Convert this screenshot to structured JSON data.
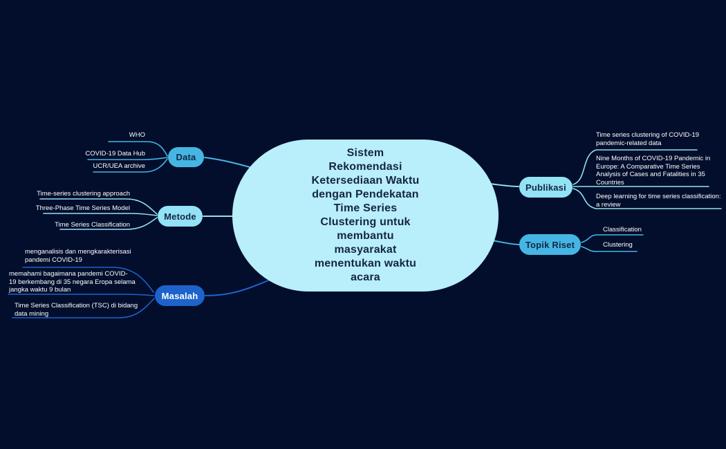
{
  "colors": {
    "background": "#020e2c",
    "sky": "#45b6e4",
    "light_cyan": "#93e2f5",
    "royal": "#1e63cb",
    "central_fill": "#b9eefb",
    "dark_text": "#132642",
    "white_text": "#ffffff"
  },
  "central": {
    "title": "Sistem\nRekomendasi\nKetersediaan Waktu\ndengan Pendekatan\nTime Series\nClustering untuk\nmembantu\nmasyarakat\nmenentukan waktu\nacara"
  },
  "branches": [
    {
      "label": "Data",
      "children": [
        "WHO",
        "COVID-19 Data Hub",
        "UCR/UEA archive"
      ]
    },
    {
      "label": "Metode",
      "children": [
        "Time-series clustering approach",
        "Three-Phase Time Series Model",
        "Time Series Classification"
      ]
    },
    {
      "label": "Masalah",
      "children": [
        "menganalisis dan mengkarakterisasi\npandemi COVID-19",
        "memahami bagaimana pandemi COVID-\n19 berkembang di 35 negara Eropa selama\njangka waktu 9 bulan",
        "Time Series Classification (TSC) di bidang\ndata mining"
      ]
    },
    {
      "label": "Publikasi",
      "children": [
        "Time series clustering of COVID-19\npandemic-related data",
        "Nine Months of COVID-19 Pandemic in\nEurope: A Comparative Time Series\nAnalysis of Cases and Fatalities in 35\nCountries",
        "Deep learning for time series classification:\na review"
      ]
    },
    {
      "label": "Topik Riset",
      "children": [
        "Classification",
        "Clustering"
      ]
    }
  ]
}
